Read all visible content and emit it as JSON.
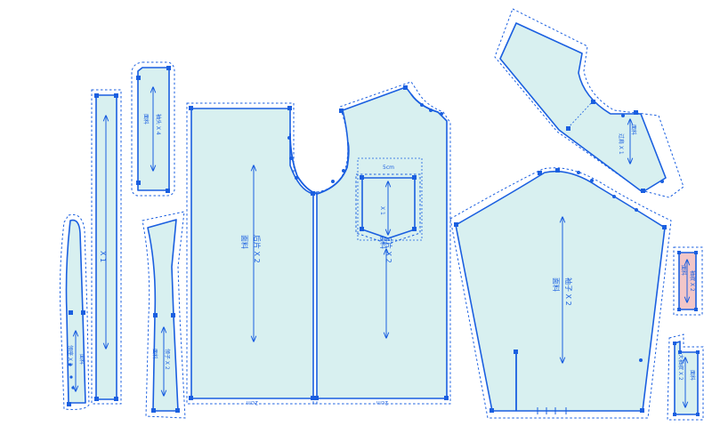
{
  "colors": {
    "piece_fill": "#d8f0f0",
    "piece_fill_highlight": "#f2c6c8",
    "outline": "#1a5fe0",
    "background": "#ffffff"
  },
  "pieces": {
    "strip": {
      "grain_label": "X 1"
    },
    "small_top": {
      "material": "面料",
      "label": "袖头 X 4"
    },
    "collar": {
      "material": "面料",
      "label": "领子 X 2"
    },
    "long_left": {
      "material": "面料",
      "label": "领座 X 2"
    },
    "back": {
      "material": "面料",
      "label": "后片 X 2",
      "note": "2cm"
    },
    "front": {
      "material": "面料",
      "label": "前片 X 2",
      "note": "2cm"
    },
    "pocket": {
      "top_note": "5cm",
      "label": "X 1"
    },
    "yoke": {
      "material": "面料",
      "label": "过肩 X 1"
    },
    "sleeve": {
      "material": "面料",
      "label": "袖子 X 2"
    },
    "tab_pink": {
      "material": "面料",
      "label": "袖衩 X 2"
    },
    "tab_small": {
      "material": "面料",
      "label": "大袖衩 X 2"
    }
  }
}
